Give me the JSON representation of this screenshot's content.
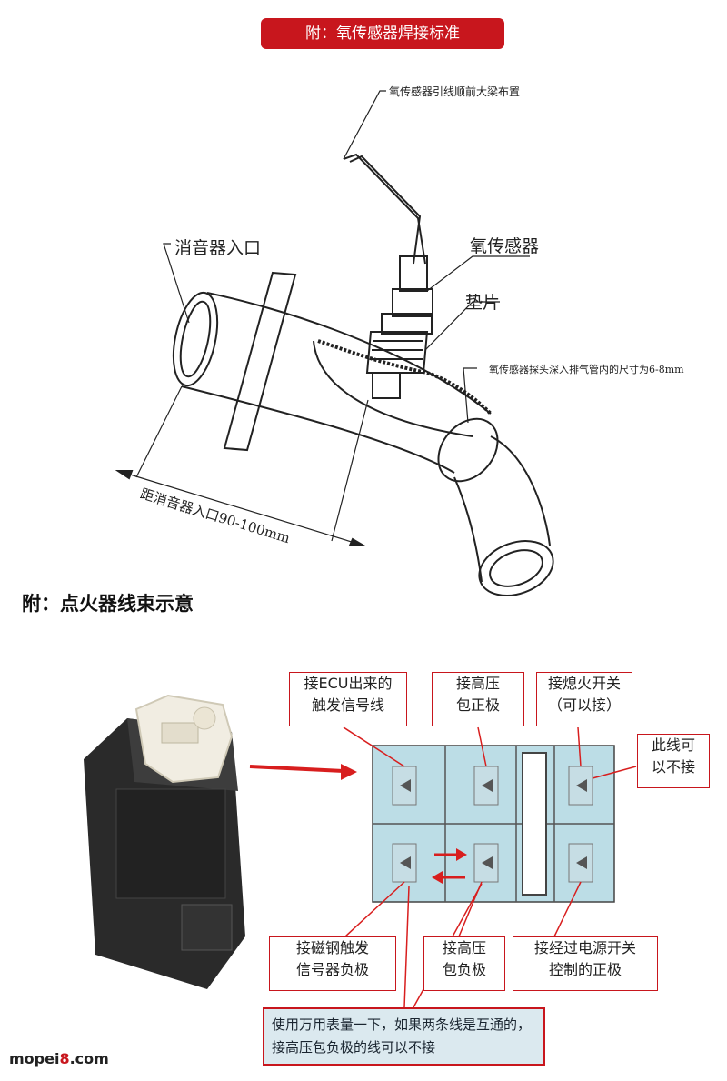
{
  "banner": {
    "text": "附：氧传感器焊接标准"
  },
  "sensor_diagram": {
    "label_wire": "氧传感器引线顺前大梁布置",
    "label_sensor": "氧传感器",
    "label_gasket": "垫片",
    "label_inlet": "消音器入口",
    "label_depth": "氧传感器探头深入排气管内的尺寸为6-8mm",
    "label_distance": "距消音器入口90-100mm"
  },
  "section2_title": "附：点火器线束示意",
  "harness": {
    "box_ecu": "接ECU出来的\n触发信号线",
    "box_hv_pos": "接高压\n包正极",
    "box_kill": "接熄火开关\n（可以接）",
    "box_optional": "此线可\n以不接",
    "box_magneto": "接磁钢触发\n信号器负极",
    "box_hv_neg": "接高压\n包负极",
    "box_power": "接经过电源开关\n控制的正极",
    "note": "使用万用表量一下，如果两条线是互通的，接高压包负极的线可以不接"
  },
  "brand": {
    "prefix": "mopei",
    "num": "8",
    "suffix": ".com"
  },
  "colors": {
    "accent": "#c8161d",
    "connector_fill": "#bcdde6",
    "note_fill": "#dbe9ef"
  }
}
